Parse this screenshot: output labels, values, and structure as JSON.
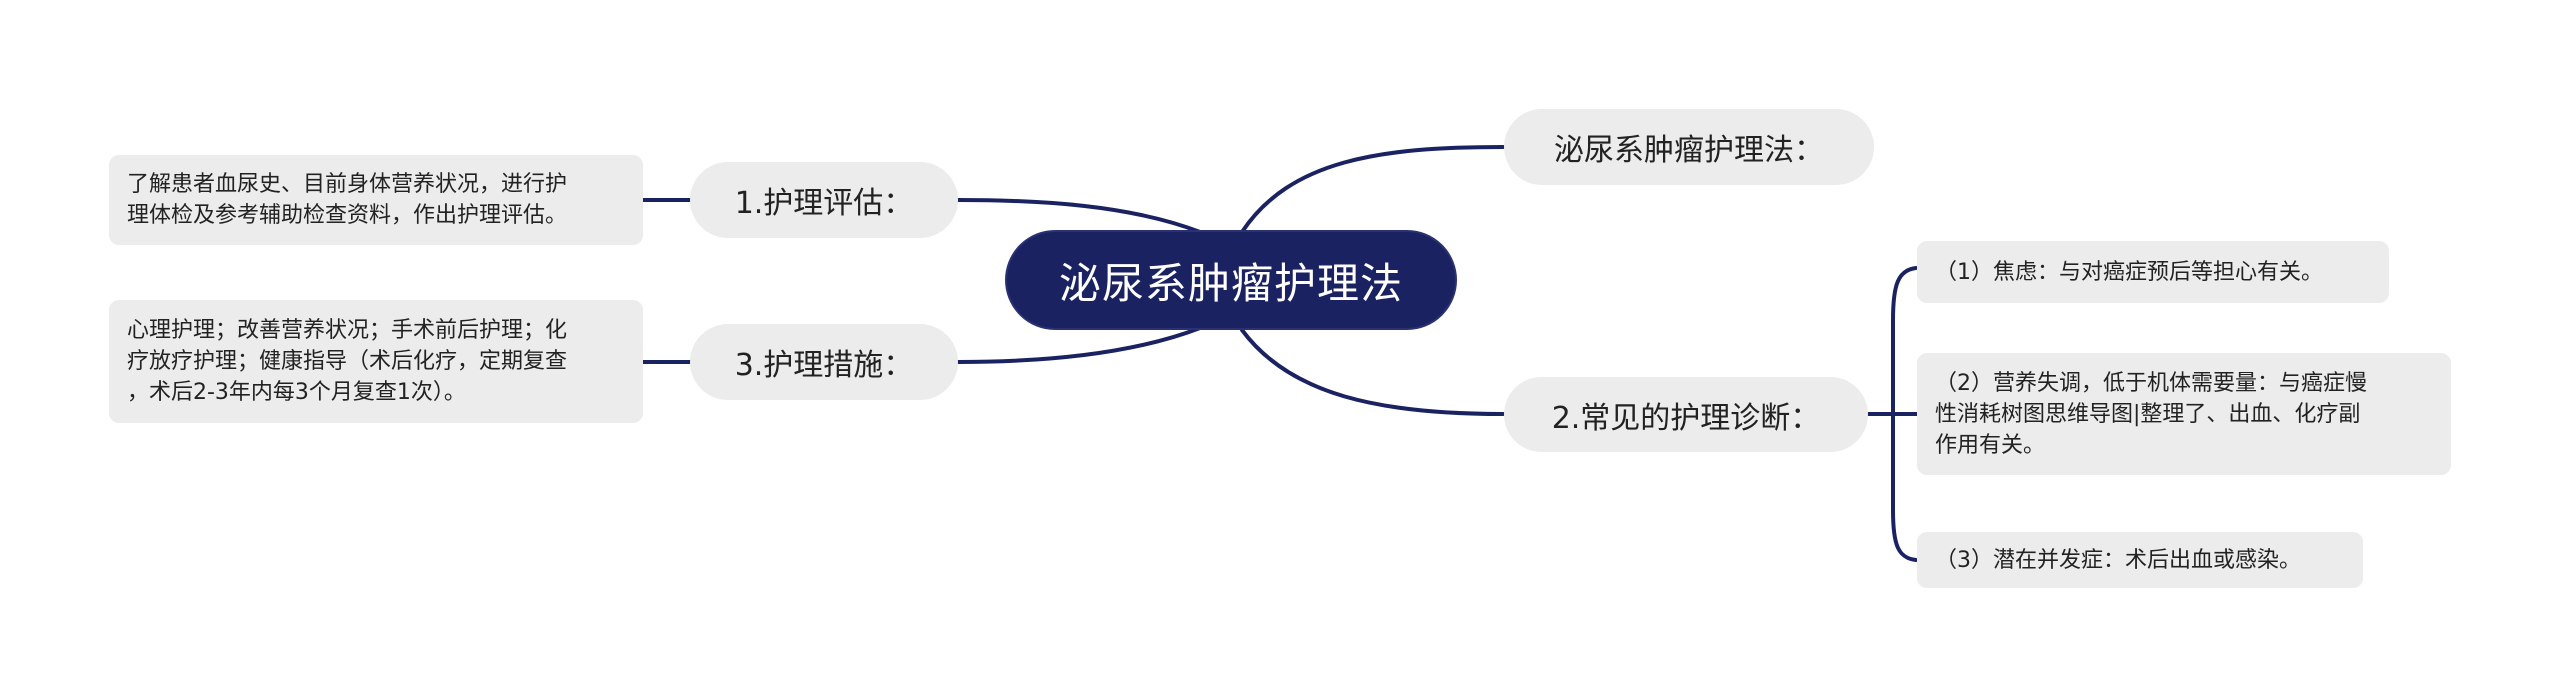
{
  "mindmap": {
    "root": {
      "label": "泌尿系肿瘤护理法",
      "color": "#1b2262"
    },
    "branches": [
      {
        "id": "b1",
        "label": "1.护理评估：",
        "side": "left",
        "children": [
          {
            "label": "了解患者血尿史、目前身体营养状况，进行护理体检及参考辅助检查资料，作出护理评估。"
          }
        ]
      },
      {
        "id": "b3",
        "label": "3.护理措施：",
        "side": "left",
        "children": [
          {
            "label": "心理护理；改善营养状况；手术前后护理；化疗放疗护理；健康指导（术后化疗，定期复查，术后2-3年内每3个月复查1次）。"
          }
        ]
      },
      {
        "id": "b0",
        "label": "泌尿系肿瘤护理法：",
        "side": "right",
        "children": []
      },
      {
        "id": "b2",
        "label": "2.常见的护理诊断：",
        "side": "right",
        "children": [
          {
            "label": "（1）焦虑：与对癌症预后等担心有关。"
          },
          {
            "label": "（2）营养失调，低于机体需要量：与癌症慢性消耗树图思维导图|整理了、出血、化疗副作用有关。"
          },
          {
            "label": "（3）潜在并发症：术后出血或感染。"
          }
        ]
      }
    ],
    "line_color": "#1b2262",
    "node_fill": "#ececec"
  },
  "leaf_lines": {
    "b1": [
      "了解患者血尿史、目前身体营养状况，进行护",
      "理体检及参考辅助检查资料，作出护理评估。"
    ],
    "b3": [
      "心理护理；改善营养状况；手术前后护理；化",
      "疗放疗护理；健康指导（术后化疗，定期复查",
      "，术后2-3年内每3个月复查1次）。"
    ],
    "b2_2": [
      "（2）营养失调，低于机体需要量：与癌症慢",
      "性消耗树图思维导图|整理了、出血、化疗副",
      "作用有关。"
    ]
  }
}
